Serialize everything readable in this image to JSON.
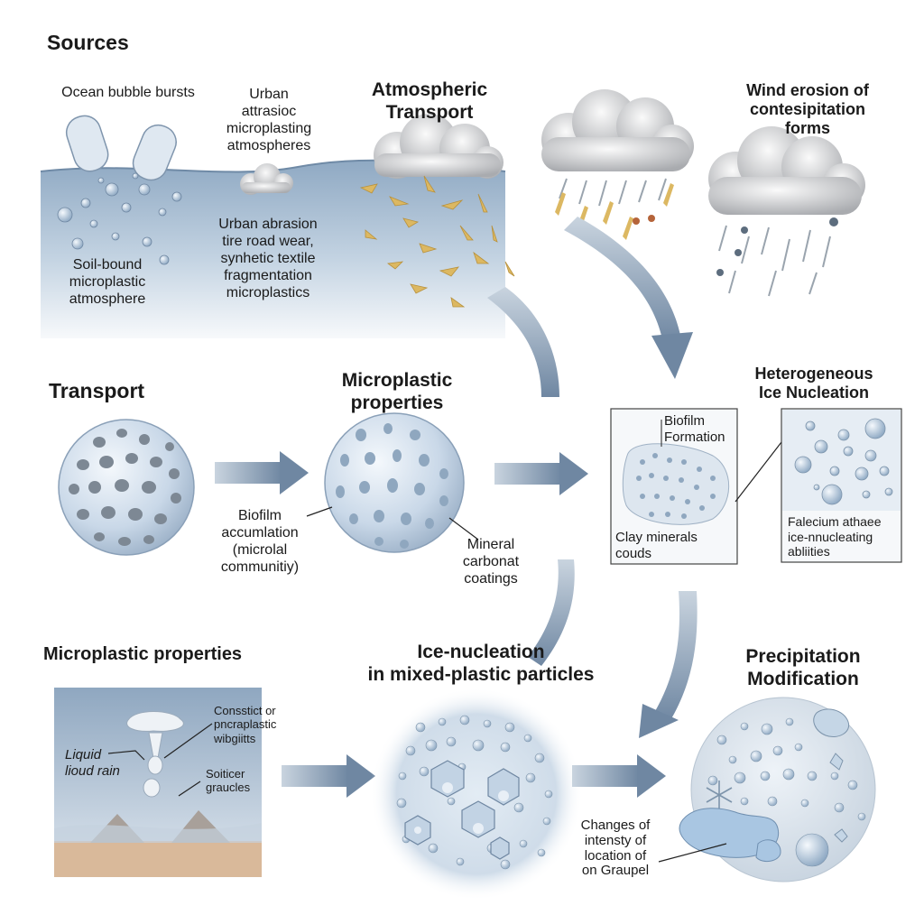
{
  "headings": {
    "sources": "Sources",
    "atmospheric_transport": "Atmospheric\nTransport",
    "wind_erosion": "Wind erosion of\ncontesipitation\nforms",
    "transport": "Transport",
    "microplastic_properties_mid": "Microplastic\nproperties",
    "heterogeneous": "Heterogeneous\nIce Nucleation",
    "microplastic_properties_low": "Microplastic properties",
    "ice_nucleation": "Ice-nucleation\nin mixed-plastic particles",
    "precipitation": "Precipitation\nModification"
  },
  "labels": {
    "ocean_bubble": "Ocean bubble bursts",
    "urban_top": "Urban\nattrasioc\nmicroplasting\natmospheres",
    "urban_abrasion": "Urban abrasion\ntire road wear,\nsynhetic textile\nfragmentation\nmicroplastics",
    "soil_bound": "Soil-bound\nmicroplastic\natmosphere",
    "biofilm_accum": "Biofilm\naccumlation\n(microlal\ncommunitiy)",
    "mineral": "Mineral\ncarbonat\ncoatings",
    "biofilm_formation": "Biofilm\nFormation",
    "clay_minerals": "Clay minerals\ncouds",
    "factors": "Falecium athaee\nice-nnucleating\nabliities",
    "constrict": "Consstict or\npncraplastic\nwibgiitts",
    "liquid_rain": "Liquid\nlioud rain",
    "solid_graucles": "Soiticer\ngraucles",
    "changes": "Changes of\nintensty of\nlocation of\non Graupel"
  },
  "colors": {
    "arrow": "#7f95ad",
    "water_top": "#9fb7cf",
    "water_bottom": "#eef3f8",
    "particle": "#c9d9ea",
    "pore": "#7a8896",
    "plastic_fragment": "#d9b35a",
    "ground": "#d9b99a"
  }
}
